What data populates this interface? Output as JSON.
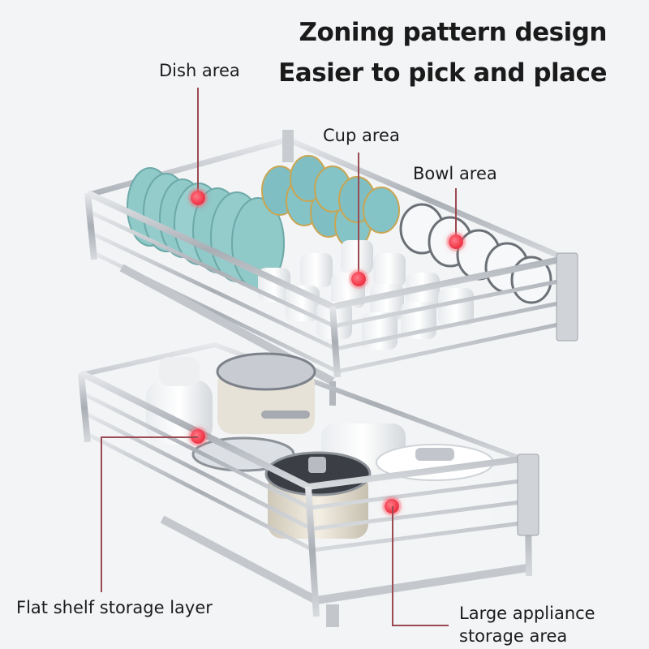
{
  "headline": {
    "line1": "Zoning pattern design",
    "line2": "Easier to pick and place"
  },
  "labels": {
    "dish_area": "Dish area",
    "cup_area": "Cup area",
    "bowl_area": "Bowl area",
    "flat_shelf": "Flat shelf storage layer",
    "large_appliance_line1": "Large appliance",
    "large_appliance_line2": "storage area"
  },
  "colors": {
    "marker": "#f23c4e",
    "leader": "#9a4b52",
    "frame": "#b9bdc3",
    "plate": "#8fc9c8"
  }
}
